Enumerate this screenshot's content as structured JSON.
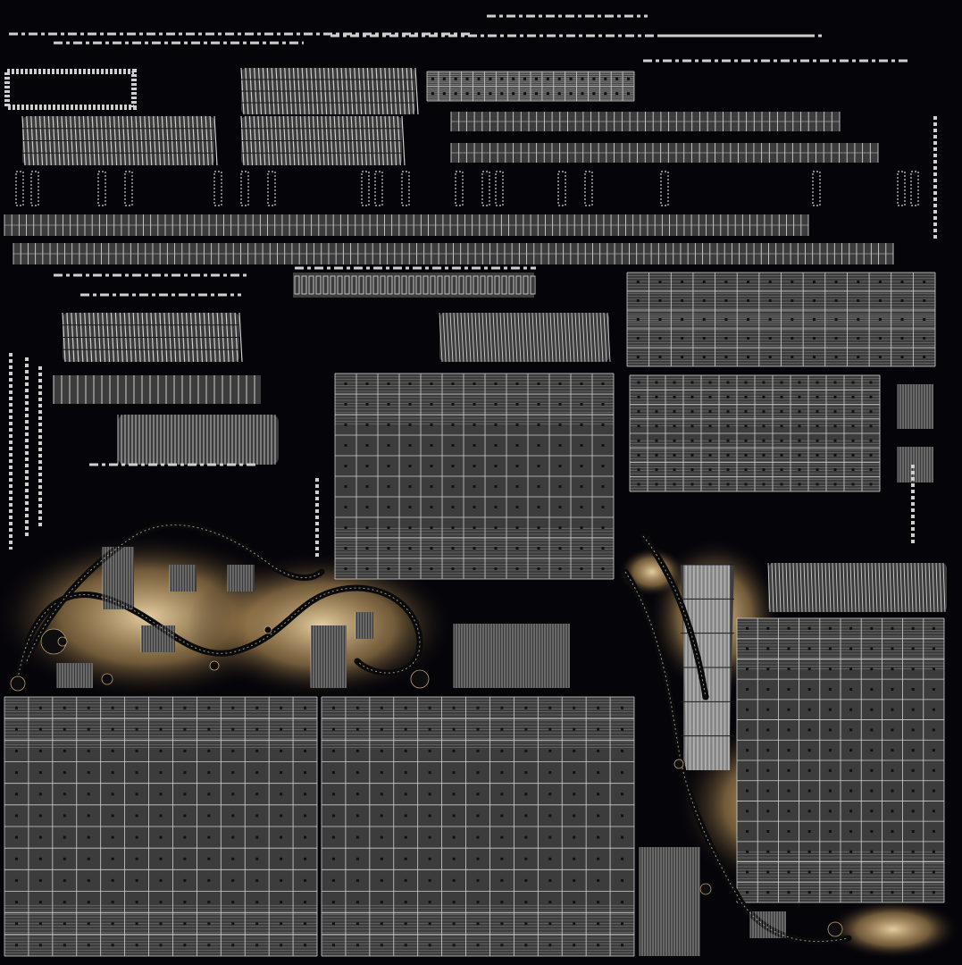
{
  "texture": {
    "kind": "uv-unwrap-texture-atlas",
    "colors": {
      "background": "#050409",
      "island_fill": "#3c3c3c",
      "wire": "#cfcfcf",
      "dark_wire": "#1a1a1a",
      "glow": "#d8b06a",
      "glow_core": "#f0d8a8"
    },
    "signature_text": "",
    "islands": [
      {
        "id": "top-frame-left",
        "shape": "frame"
      },
      {
        "id": "tube-upper-left-a",
        "shape": "tube"
      },
      {
        "id": "tube-upper-left-b",
        "shape": "tube"
      },
      {
        "id": "tube-upper-center-a",
        "shape": "tube"
      },
      {
        "id": "tube-upper-center-b",
        "shape": "tube"
      },
      {
        "id": "strip-top-center",
        "shape": "strip"
      },
      {
        "id": "rail-center-a",
        "shape": "rail"
      },
      {
        "id": "rail-center-b",
        "shape": "rail"
      },
      {
        "id": "long-belt-a",
        "shape": "belt"
      },
      {
        "id": "long-belt-b",
        "shape": "belt"
      },
      {
        "id": "grid-right-upper",
        "shape": "grid"
      },
      {
        "id": "grid-right-middle",
        "shape": "grid"
      },
      {
        "id": "grid-center-large",
        "shape": "grid"
      },
      {
        "id": "grid-bottom-left",
        "shape": "grid"
      },
      {
        "id": "grid-bottom-center",
        "shape": "grid"
      },
      {
        "id": "grid-bottom-right",
        "shape": "grid"
      },
      {
        "id": "cone-piece",
        "shape": "cone"
      },
      {
        "id": "glow-curve-left",
        "shape": "curve"
      },
      {
        "id": "glow-curve-right",
        "shape": "curve"
      }
    ]
  }
}
